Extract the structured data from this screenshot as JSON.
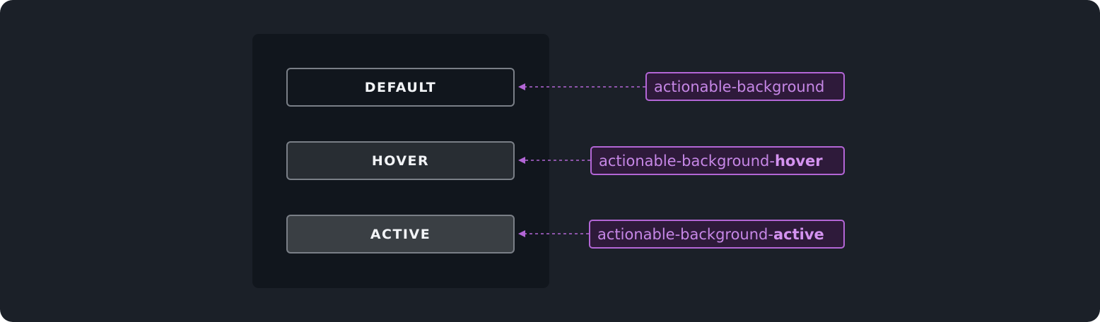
{
  "colors": {
    "background": "#1b2028",
    "panel": "#11161d",
    "button_border": "#7a7f87",
    "default_fill": "#11161d",
    "hover_fill": "#282d33",
    "active_fill": "#3a3f44",
    "token_accent": "#b366d6",
    "token_fill": "#2e1a3a",
    "token_text": "#c687e6"
  },
  "states": [
    {
      "label": "DEFAULT",
      "fill": "#11161d",
      "token_prefix": "actionable-background",
      "token_suffix": ""
    },
    {
      "label": "HOVER",
      "fill": "#282d33",
      "token_prefix": "actionable-background-",
      "token_suffix": "hover"
    },
    {
      "label": "ACTIVE",
      "fill": "#3a3f44",
      "token_prefix": "actionable-background-",
      "token_suffix": "active"
    }
  ]
}
